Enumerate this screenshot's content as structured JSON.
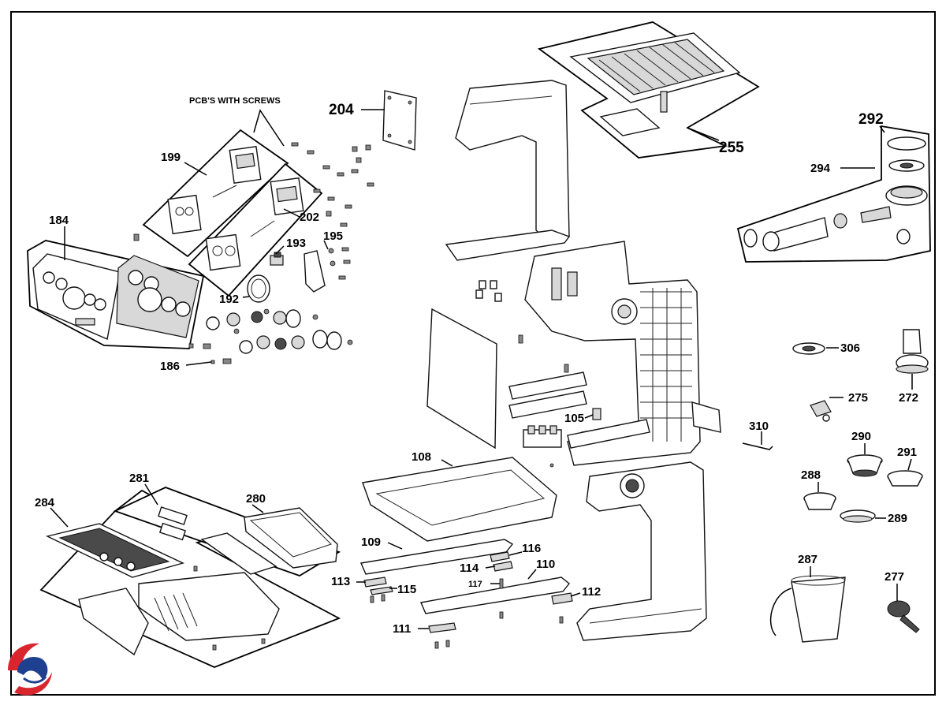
{
  "diagram": {
    "header_note": "PCB'S WITH SCREWS",
    "labels": {
      "l108": "108",
      "l109": "109",
      "l110": "110",
      "l111": "111",
      "l112": "112",
      "l113": "113",
      "l114": "114",
      "l115": "115",
      "l116": "116",
      "l117": "117",
      "l105": "105",
      "l184": "184",
      "l186": "186",
      "l192": "192",
      "l193": "193",
      "l195": "195",
      "l199": "199",
      "l202": "202",
      "l204": "204",
      "l255": "255",
      "l272": "272",
      "l275": "275",
      "l277": "277",
      "l280": "280",
      "l281": "281",
      "l284": "284",
      "l287": "287",
      "l288": "288",
      "l289": "289",
      "l290": "290",
      "l291": "291",
      "l292": "292",
      "l294": "294",
      "l306": "306",
      "l310": "310"
    }
  },
  "colors": {
    "line": "#000000",
    "logo_red": "#d8262f",
    "logo_blue": "#1f3f8f"
  },
  "logo": {
    "icon": "brand-swirl-logo-icon"
  }
}
